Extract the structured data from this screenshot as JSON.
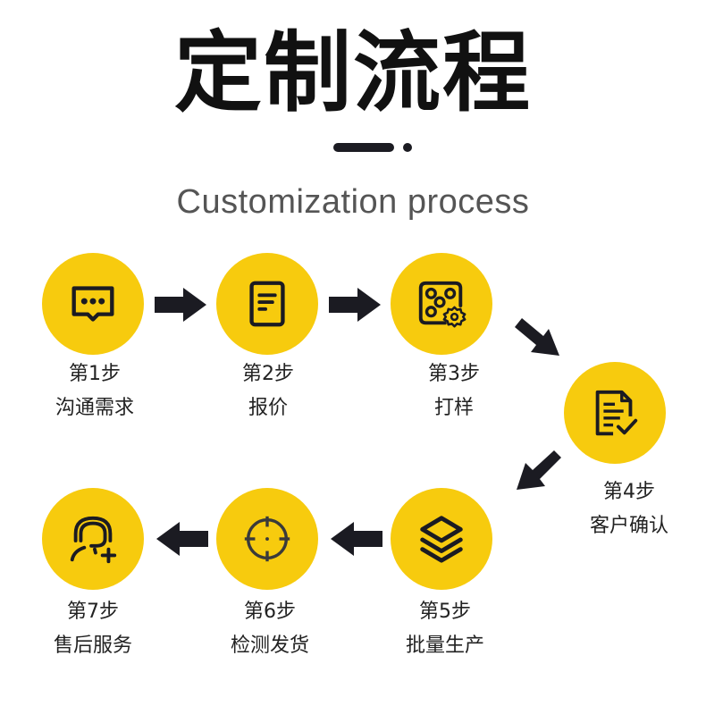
{
  "header": {
    "title": "定制流程",
    "subtitle": "Customization process"
  },
  "colors": {
    "accent": "#f7cb0e",
    "icon": "#1b1b22",
    "text": "#222222"
  },
  "steps": [
    {
      "step": "第1步",
      "name": "沟通需求",
      "icon": "chat-bubble-icon"
    },
    {
      "step": "第2步",
      "name": "报价",
      "icon": "document-lines-icon"
    },
    {
      "step": "第3步",
      "name": "打样",
      "icon": "dice-gear-icon"
    },
    {
      "step": "第4步",
      "name": "客户确认",
      "icon": "document-check-icon"
    },
    {
      "step": "第5步",
      "name": "批量生产",
      "icon": "layers-icon"
    },
    {
      "step": "第6步",
      "name": "检测发货",
      "icon": "crosshair-icon"
    },
    {
      "step": "第7步",
      "name": "售后服务",
      "icon": "headset-user-add-icon"
    }
  ]
}
